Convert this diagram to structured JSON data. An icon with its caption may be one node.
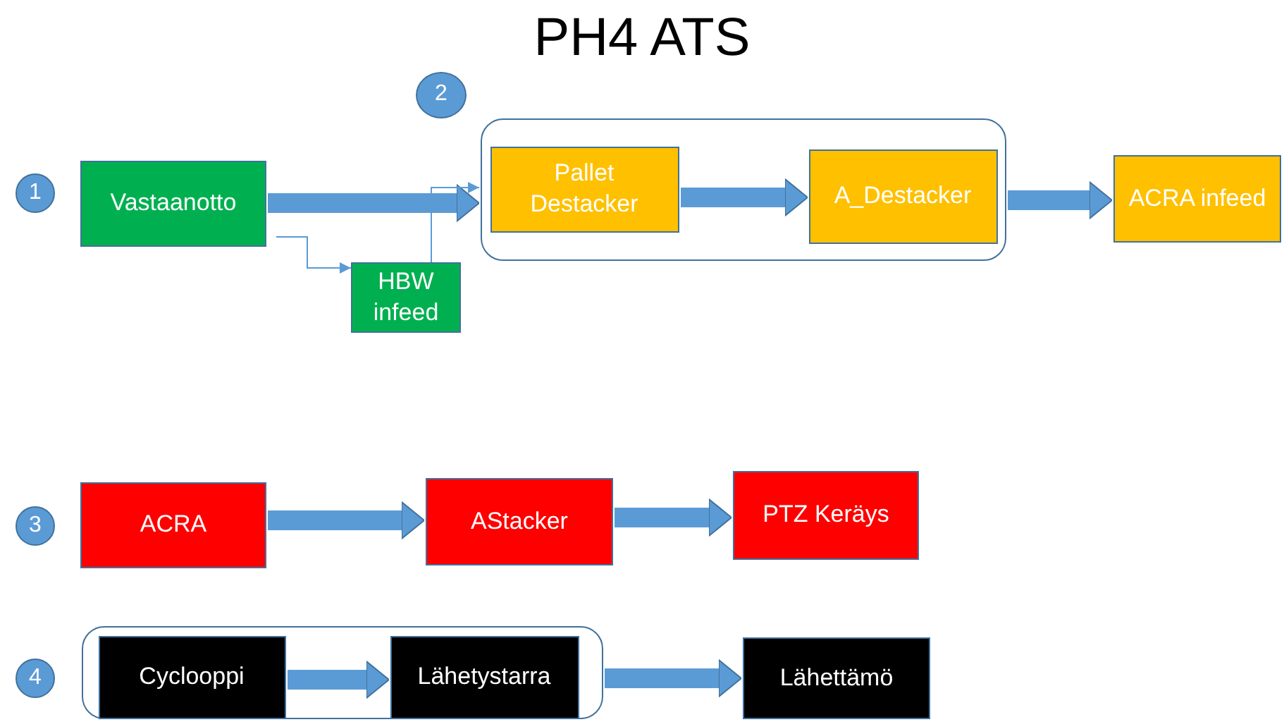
{
  "diagram": {
    "title": "PH4 ATS",
    "nodes": [
      {
        "text": [
          "1"
        ]
      },
      {
        "text": [
          "Vastaanotto"
        ]
      },
      {
        "text": [
          "2"
        ]
      },
      {
        "text": [],
        "shape": "box"
      },
      {
        "text": [
          "Pallet Destacker"
        ],
        "in": 3
      },
      {
        "text": [
          "A_Destacker"
        ],
        "in": 3
      },
      {
        "text": [
          "ACRA infeed"
        ]
      },
      {
        "text": [
          "HBW infeed"
        ]
      },
      {
        "text": [
          "3"
        ]
      },
      {
        "text": [
          "ACRA"
        ]
      },
      {
        "text": [
          "AStacker"
        ]
      },
      {
        "text": [
          "PTZ Keräys"
        ]
      },
      {
        "text": [
          "4"
        ]
      },
      {
        "text": [],
        "shape": "box"
      },
      {
        "text": [
          "Cyclooppi"
        ],
        "in": 13
      },
      {
        "text": [
          "Lähetystarra"
        ],
        "in": 13
      },
      {
        "text": [
          "Lähettämö"
        ]
      }
    ],
    "edges": [
      {
        "from": 1,
        "to": 3,
        "arrow": "to"
      },
      {
        "from": 1,
        "to": 7,
        "arrow": "to"
      },
      {
        "from": 7,
        "to": 4,
        "arrow": "to"
      },
      {
        "from": 4,
        "to": 5,
        "arrow": "to"
      },
      {
        "from": 3,
        "to": 6,
        "arrow": "to"
      },
      {
        "from": 9,
        "to": 10,
        "arrow": "to"
      },
      {
        "from": 10,
        "to": 11,
        "arrow": "to"
      },
      {
        "from": 14,
        "to": 15,
        "arrow": "to"
      },
      {
        "from": 13,
        "to": 16,
        "arrow": "to"
      }
    ]
  }
}
